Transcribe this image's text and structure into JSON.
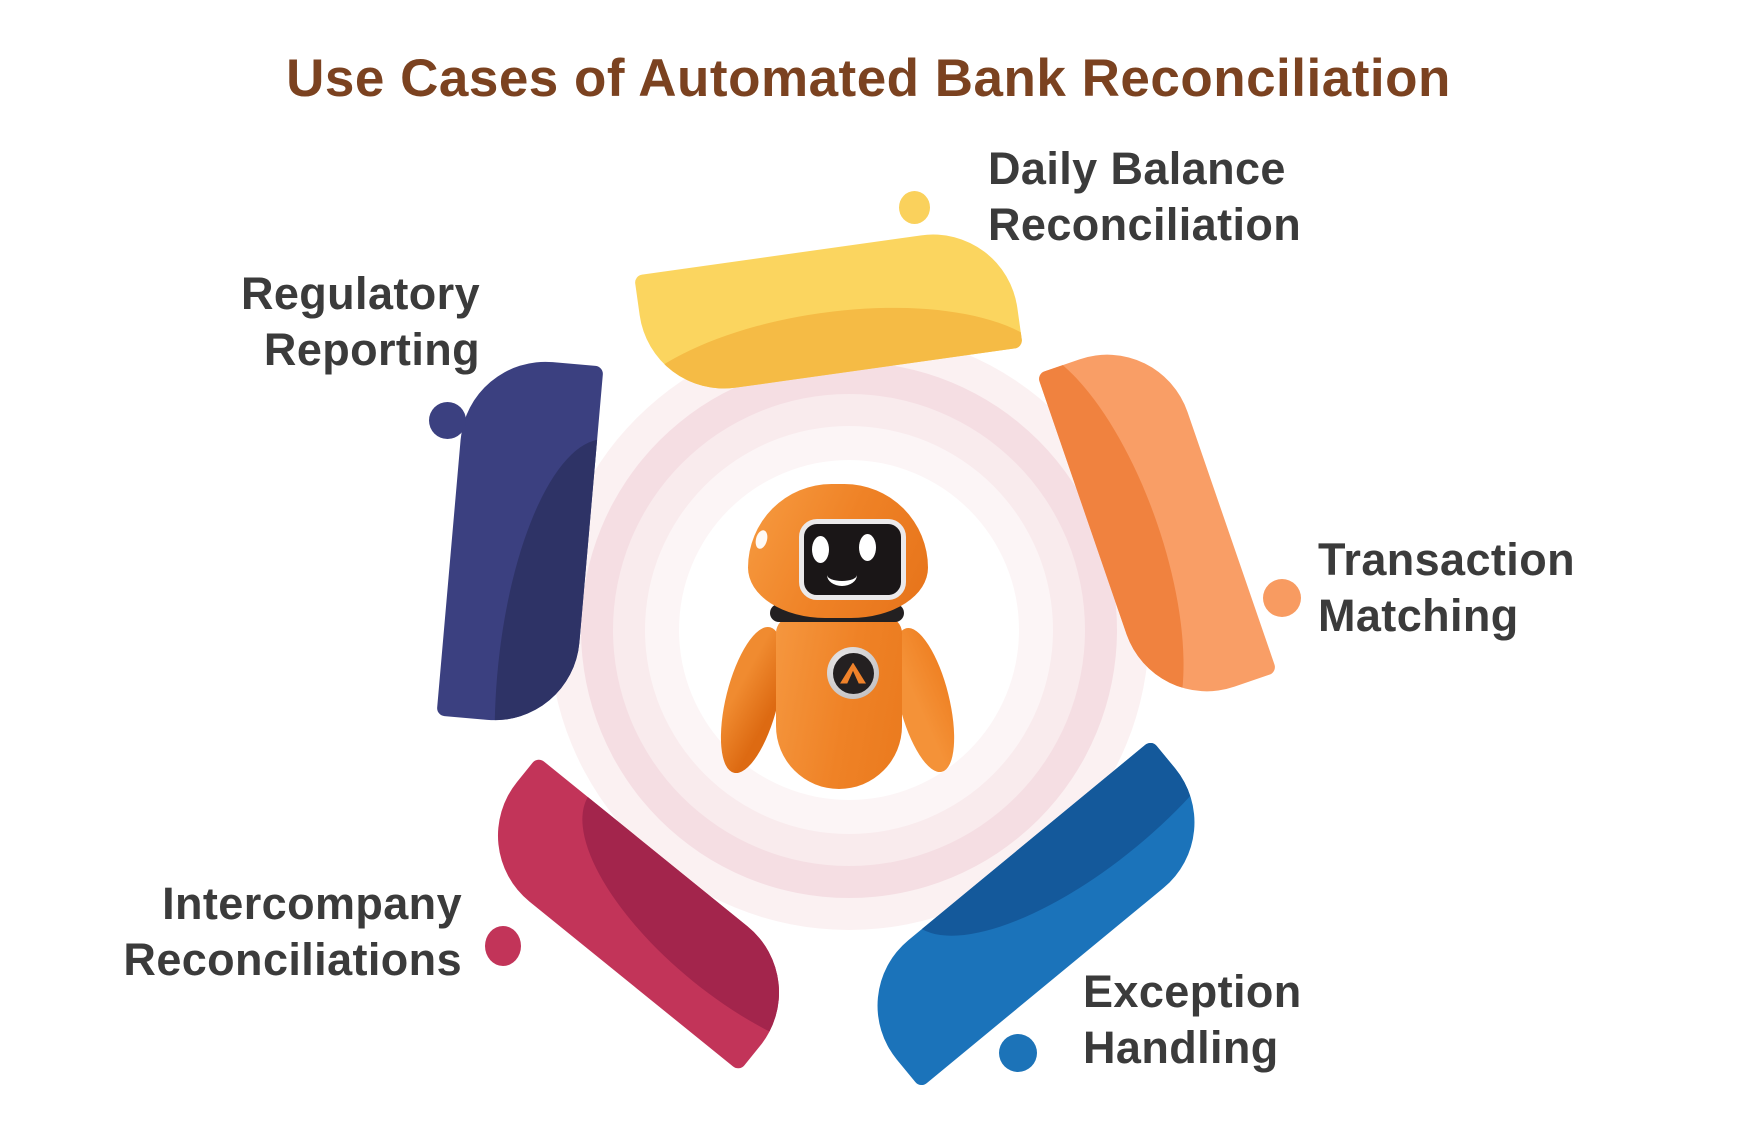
{
  "title": {
    "text": "Use Cases of Automated Bank Reconciliation",
    "color": "#7b4220"
  },
  "label_text_color": "#3b3b3b",
  "background_color": "#ffffff",
  "use_cases": [
    {
      "id": "daily-balance-reconciliation",
      "lines": [
        "Daily Balance",
        "Reconciliation"
      ],
      "petal_color": "#FBD55F",
      "petal_shade_color": "#F5BB45",
      "dot_color": "#FAD15C",
      "position": "top"
    },
    {
      "id": "transaction-matching",
      "lines": [
        "Transaction",
        "Matching"
      ],
      "petal_color": "#F99E66",
      "petal_shade_color": "#F0823F",
      "dot_color": "#F89B61",
      "position": "right"
    },
    {
      "id": "exception-handling",
      "lines": [
        "Exception",
        "Handling"
      ],
      "petal_color": "#1B73BA",
      "petal_shade_color": "#14599B",
      "dot_color": "#1C73B8",
      "position": "bottom-right"
    },
    {
      "id": "intercompany-reconciliations",
      "lines": [
        "Intercompany",
        "Reconciliations"
      ],
      "petal_color": "#C23459",
      "petal_shade_color": "#A3254C",
      "dot_color": "#C23459",
      "position": "bottom-left"
    },
    {
      "id": "regulatory-reporting",
      "lines": [
        "Regulatory",
        "Reporting"
      ],
      "petal_color": "#3B4080",
      "petal_shade_color": "#2E3366",
      "dot_color": "#3B4080",
      "position": "left"
    }
  ],
  "center_graphic": {
    "mascot": "orange robot with dark face screen, smiling, chest badge with upward arrow logo",
    "robot_color": "#EF8226",
    "badge_icon": "arrow-up-chevron",
    "ring_colors": [
      "#FBF1F2",
      "#F5DEE3",
      "#F9EBED",
      "#FCF5F6",
      "#FFFFFF"
    ]
  }
}
